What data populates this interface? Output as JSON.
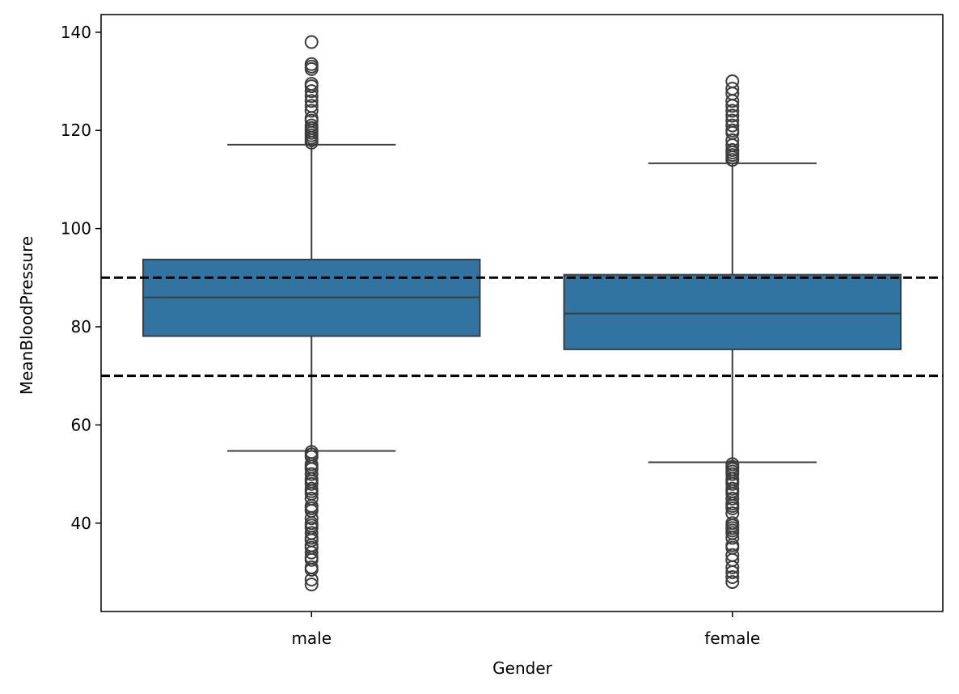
{
  "chart_data": {
    "type": "box",
    "title": "",
    "xlabel": "Gender",
    "ylabel": "MeanBloodPressure",
    "ylim": [
      22,
      143.6
    ],
    "yticks": [
      40,
      60,
      80,
      100,
      120,
      140
    ],
    "categories": [
      "male",
      "female"
    ],
    "box_color": "#3274a1",
    "edge_color": "#3d3d3d",
    "reference_lines": [
      {
        "y": 90,
        "style": "dashed",
        "color": "#000000"
      },
      {
        "y": 70,
        "style": "dashed",
        "color": "#000000"
      }
    ],
    "boxes": [
      {
        "category": "male",
        "q1": 78.1,
        "median": 86.0,
        "q3": 93.7,
        "whisker_low": 54.7,
        "whisker_high": 117.1,
        "outliers": [
          138,
          133.5,
          133,
          132.5,
          129.5,
          129,
          128,
          127,
          126,
          125,
          124,
          122.5,
          122,
          121,
          120.5,
          120,
          119.5,
          119,
          118.5,
          118,
          117.5,
          54.5,
          54,
          53.5,
          52,
          51.5,
          51,
          50,
          49,
          48.5,
          48,
          47,
          46.5,
          46,
          45,
          43.5,
          43,
          42.5,
          41,
          40,
          39.5,
          39,
          38,
          37,
          36.5,
          35.5,
          35,
          34,
          33,
          32.5,
          31,
          30.5,
          28.5,
          27.5
        ]
      },
      {
        "category": "female",
        "q1": 75.4,
        "median": 82.7,
        "q3": 90.6,
        "whisker_low": 52.4,
        "whisker_high": 113.3,
        "outliers": [
          130,
          128.5,
          127.5,
          126,
          125,
          124,
          123,
          122,
          121,
          120,
          119.5,
          118,
          117,
          116,
          115.5,
          115,
          114.5,
          114,
          52,
          51.5,
          51,
          50.5,
          50,
          49,
          48.5,
          48,
          47,
          46.5,
          46,
          45,
          44,
          43.5,
          43,
          42,
          40,
          39.5,
          39,
          38.5,
          38,
          37,
          35.5,
          35,
          33.5,
          32.5,
          31,
          30,
          29,
          28
        ]
      }
    ]
  }
}
